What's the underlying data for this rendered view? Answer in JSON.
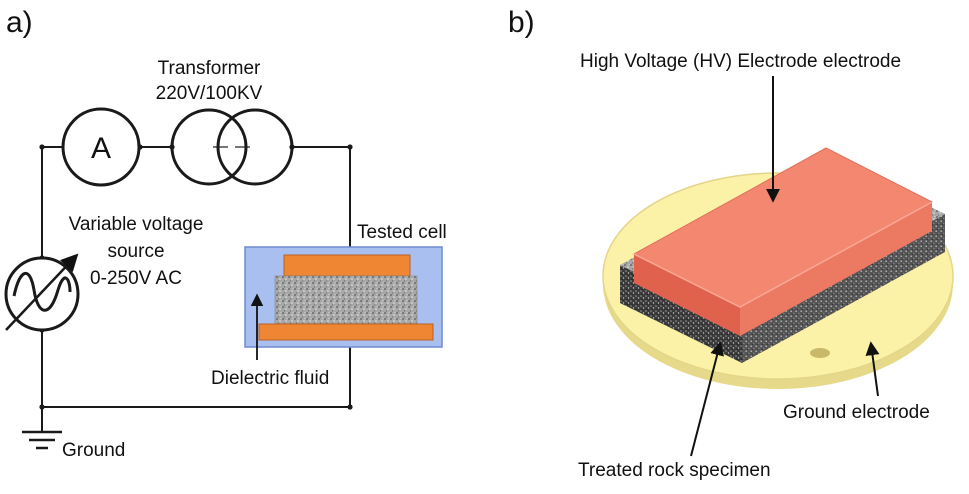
{
  "panel_a": {
    "label": "a)",
    "ammeter_symbol": "A",
    "transformer_line1": "Transformer",
    "transformer_line2": "220V/100KV",
    "source_line1": "Variable voltage",
    "source_line2": "source",
    "source_line3": "0-250V AC",
    "tested_cell": "Tested cell",
    "dielectric_fluid": "Dielectric fluid",
    "ground": "Ground"
  },
  "panel_b": {
    "label": "b)",
    "hv_electrode": "High Voltage (HV) Electrode electrode",
    "ground_electrode": "Ground electrode",
    "rock_specimen": "Treated rock specimen"
  },
  "colors": {
    "wire": "#1a1a1a",
    "fluid": "#a9bff0",
    "electrode_plate": "#ee8633",
    "specimen": "#b3b3b3",
    "hv_top": "#f3826c",
    "hv_side": "#e46a55",
    "ground_disk": "#fbf2a8",
    "ground_rim": "#e7d98a",
    "rock_dark": "#3c3c3c"
  }
}
